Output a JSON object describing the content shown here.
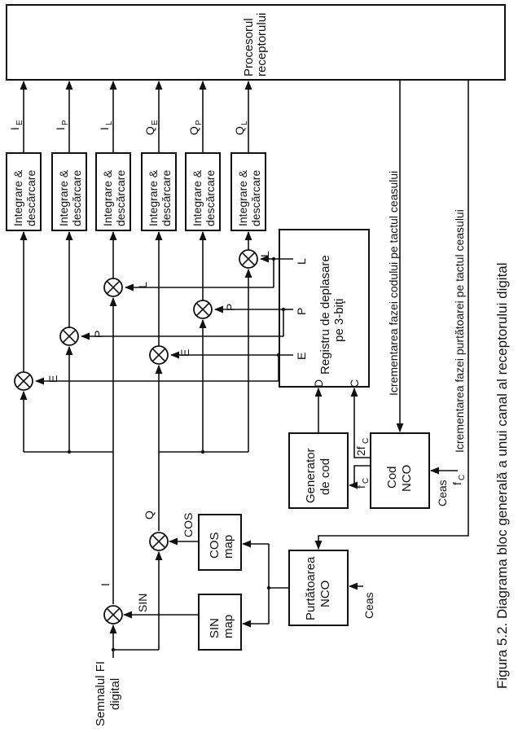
{
  "blocks": {
    "processor": [
      "Procesorul",
      "receptorului"
    ],
    "integrators": [
      "Integrare &",
      "descărcare"
    ],
    "shift_register": [
      "Registru de deplasare",
      "pe 3-biţi"
    ],
    "code_generator": [
      "Generator",
      "de cod"
    ],
    "code_nco": [
      "Cod",
      "NCO"
    ],
    "cos_map": [
      "COS",
      "map"
    ],
    "sin_map": [
      "SIN",
      "map"
    ],
    "carrier_nco": [
      "Purtătoarea",
      "NCO"
    ]
  },
  "outputs": [
    {
      "main": "I",
      "sub": "E"
    },
    {
      "main": "I",
      "sub": "P"
    },
    {
      "main": "I",
      "sub": "L"
    },
    {
      "main": "Q",
      "sub": "E"
    },
    {
      "main": "Q",
      "sub": "P"
    },
    {
      "main": "Q",
      "sub": "L"
    }
  ],
  "mixer_taps": [
    "E",
    "P",
    "L",
    "E",
    "P",
    "L"
  ],
  "register_ports": {
    "d": "D",
    "c": "C",
    "e": "E",
    "p": "P",
    "l": "L"
  },
  "signals": {
    "input": [
      "Semnalul FI",
      "digital"
    ],
    "i_branch": "I",
    "q_branch": "Q",
    "sin": "SIN",
    "cos": "COS",
    "fc": "f",
    "fc_sub": "C",
    "two_fc": "2f",
    "two_fc_sub": "C",
    "clock": "Ceas",
    "clock_fc": "f",
    "clock_fc_sub": "C",
    "code_phase": "Icrementarea fazei codului pe tactul ceasului",
    "carrier_phase": "Icrementarea fazei purtătoarei pe tactul ceasului"
  },
  "caption": "Figura 5.2. Diagrama bloc generală a unui canal al receptorului digital"
}
